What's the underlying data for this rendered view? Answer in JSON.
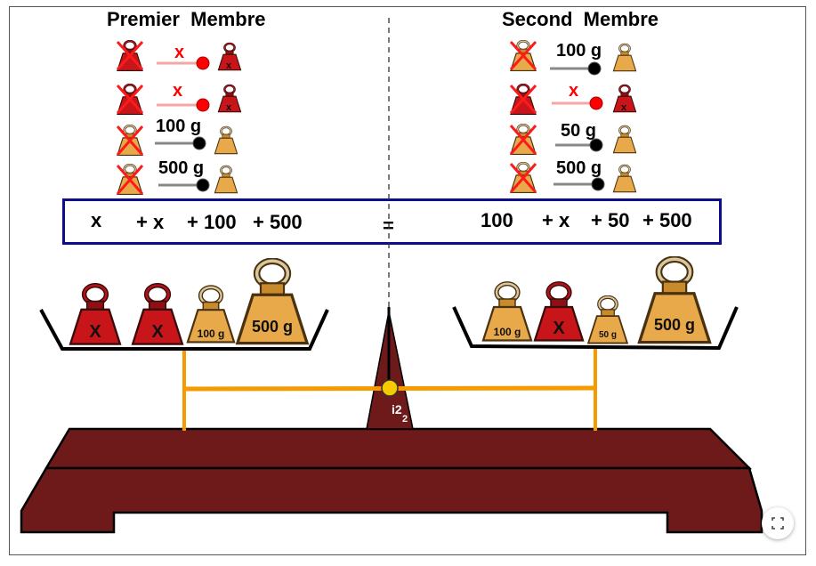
{
  "headings": {
    "left": "Premier  Membre",
    "right": "Second  Membre"
  },
  "controls": {
    "left": [
      {
        "label": "x",
        "kind": "unknown"
      },
      {
        "label": "x",
        "kind": "unknown"
      },
      {
        "label": "100 g",
        "kind": "known"
      },
      {
        "label": "500 g",
        "kind": "known"
      }
    ],
    "right": [
      {
        "label": "100 g",
        "kind": "known"
      },
      {
        "label": "x",
        "kind": "unknown"
      },
      {
        "label": "50 g",
        "kind": "known"
      },
      {
        "label": "500 g",
        "kind": "known"
      }
    ]
  },
  "equation": {
    "left_terms": [
      "x",
      "+ x",
      "+ 100",
      "+ 500"
    ],
    "equals": "=",
    "right_terms": [
      "100",
      "+ x",
      "+ 50",
      "+ 500"
    ]
  },
  "pans": {
    "left": [
      "X",
      "X",
      "100 g",
      "500 g"
    ],
    "right": [
      "100 g",
      "X",
      "50 g",
      "500 g"
    ]
  },
  "pointer_label": "i2",
  "pointer_subscript": "2",
  "colors": {
    "unknown_weight": "#c8151a",
    "known_weight": "#e8a94a",
    "base": "#6e1a1a",
    "beam": "#f59a00",
    "pivot": "#f7c900",
    "equation_border": "#0c0c8c",
    "slider_active_red": "#ff0000"
  },
  "icons": {
    "expand": "expand-icon"
  }
}
